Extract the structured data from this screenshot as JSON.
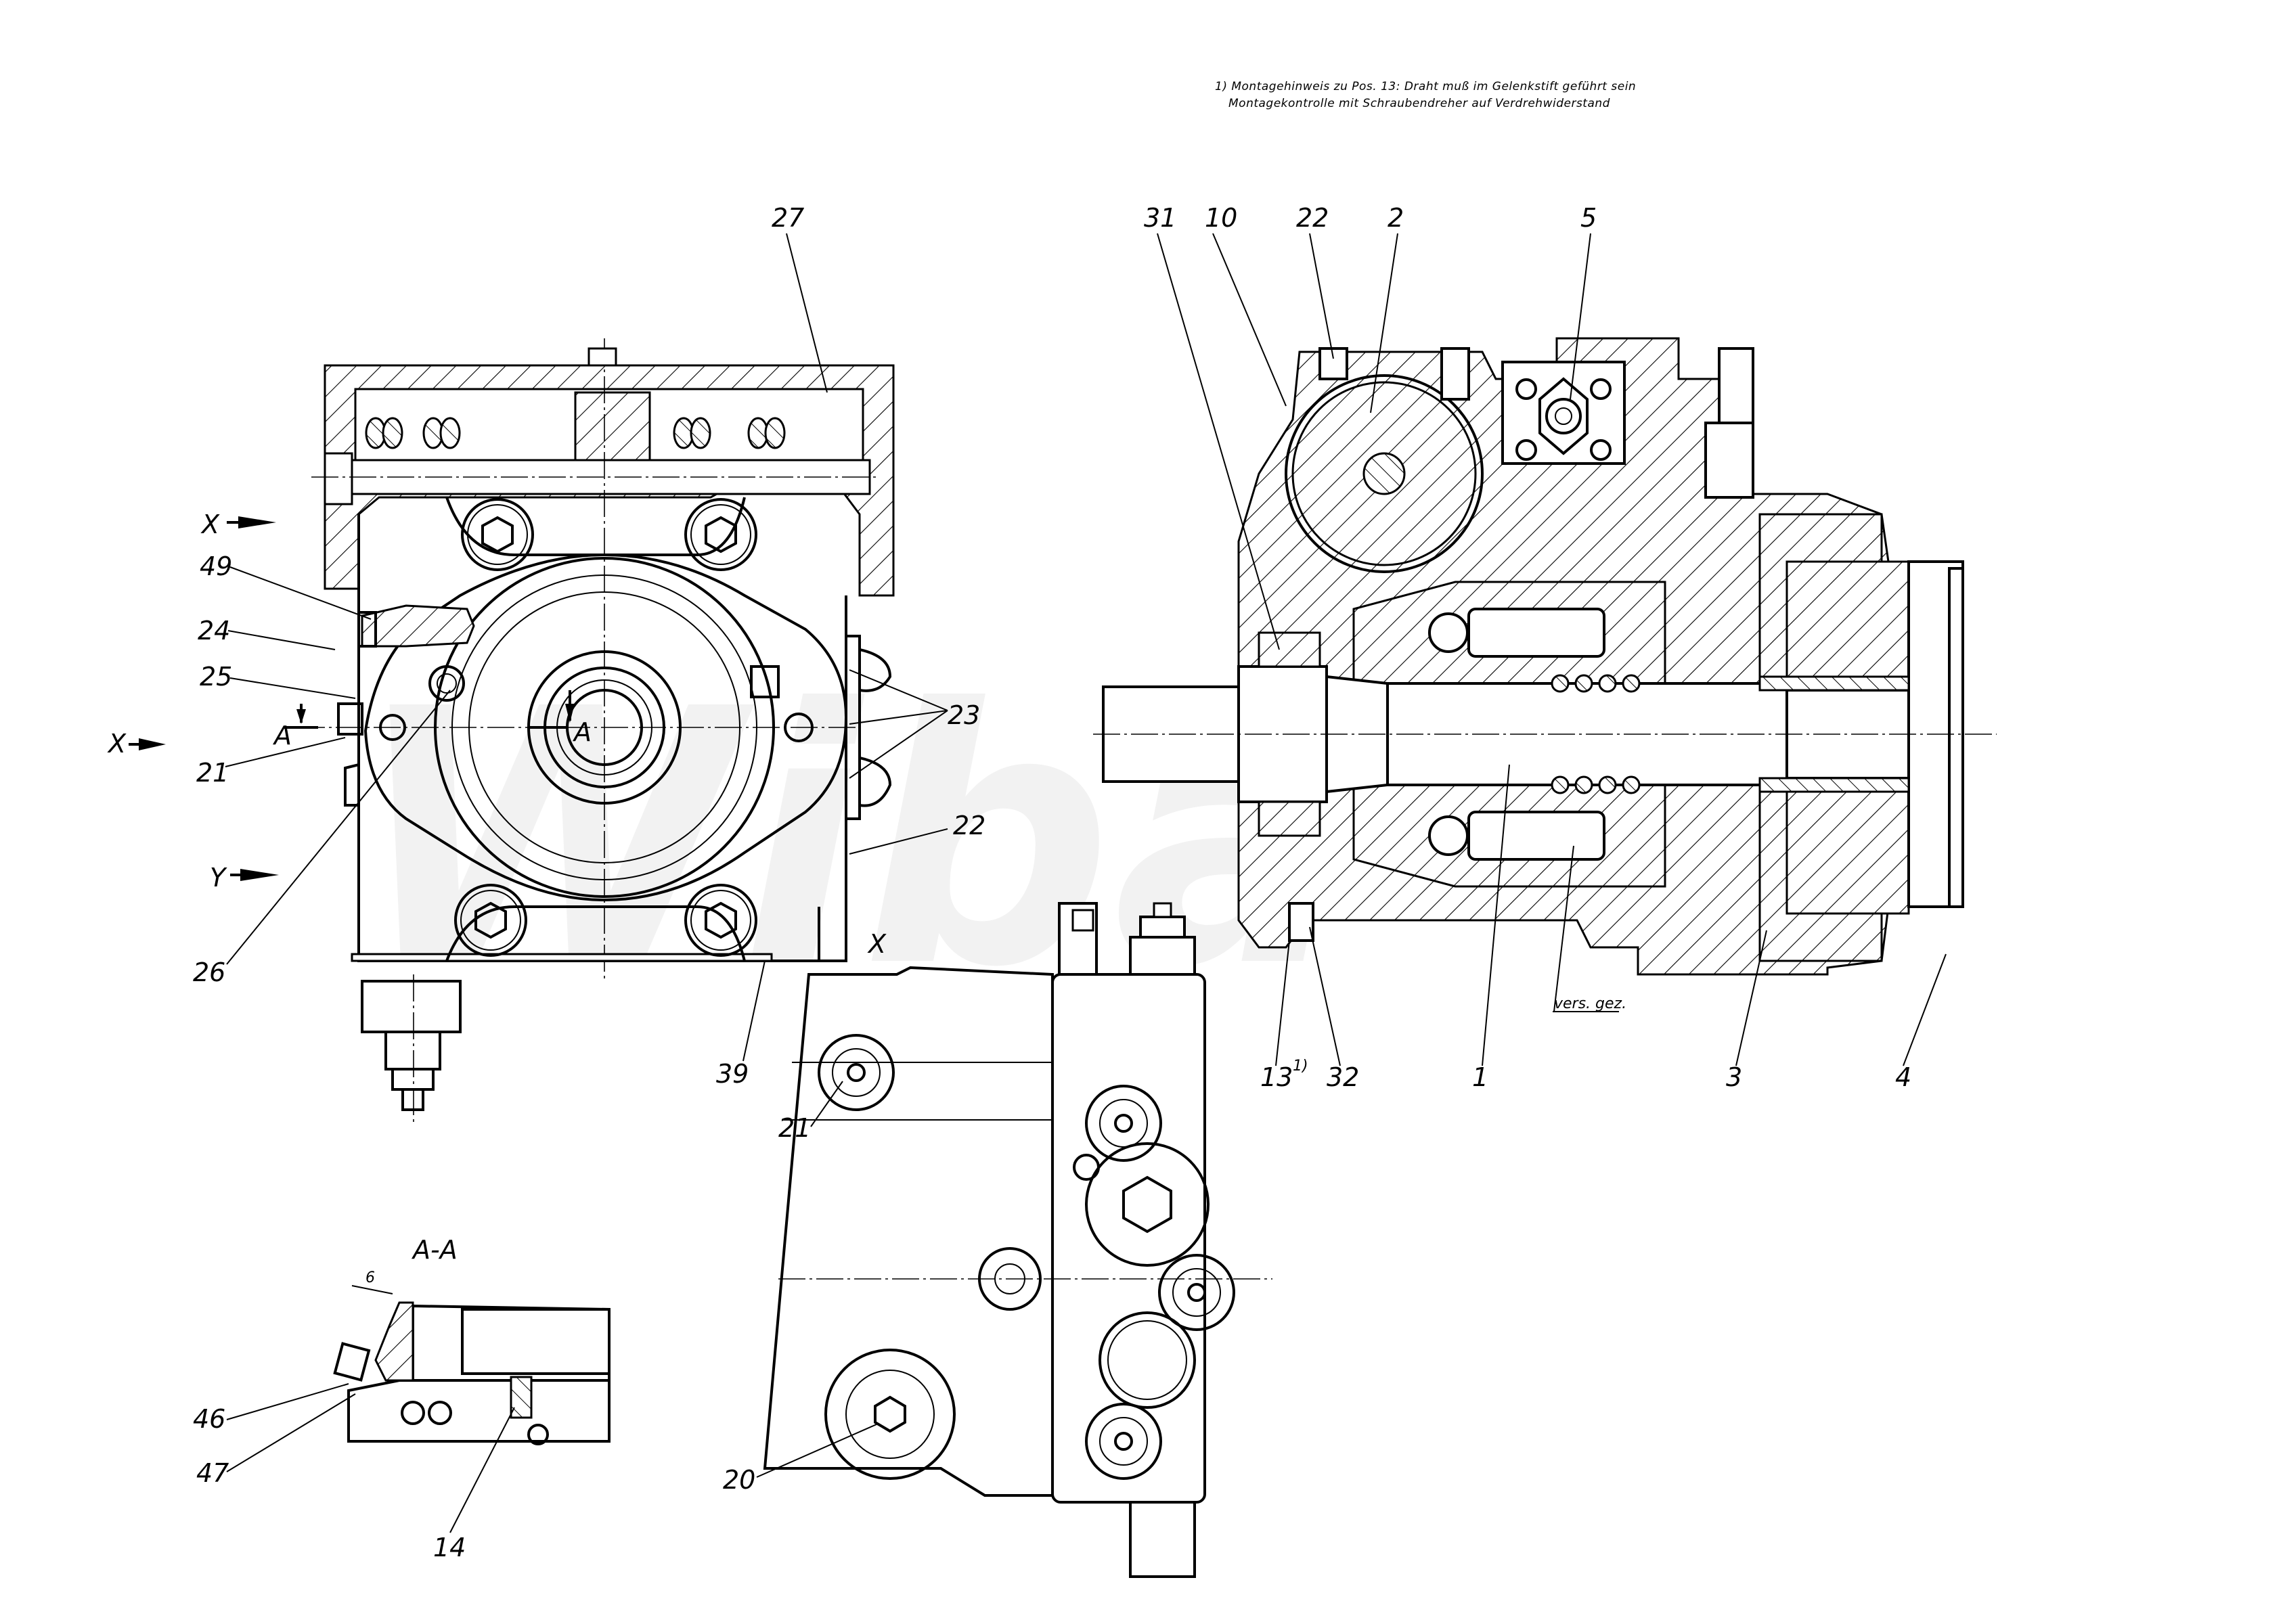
{
  "title_notes": [
    "1) Montagehinweis zu Pos. 13: Draht muß im Gelenkstift geführt sein",
    "Montagekontrolle mit Schraubendreher auf Verdrehwiderstand"
  ],
  "watermark": "Wiba",
  "views": {
    "front_view": {
      "labels": {
        "p27": "27",
        "p49": "49",
        "p24": "24",
        "p25": "25",
        "p21": "21",
        "p26": "26",
        "p23": "23",
        "p22": "22",
        "p39": "39"
      },
      "arrows": {
        "x_top": "X",
        "x_mid": "X",
        "y": "Y",
        "sect_a_left": "A",
        "sect_a_center": "A"
      }
    },
    "section_view": {
      "labels": {
        "p31": "31",
        "p10": "10",
        "p22": "22",
        "p2": "2",
        "p5": "5",
        "p13": "13",
        "p13_sup": "1)",
        "p32": "32",
        "p1": "1",
        "p3": "3",
        "p4": "4"
      },
      "annotation": "vers. gez."
    },
    "section_aa": {
      "title": "A-A",
      "dimension": "6",
      "labels": {
        "p46": "46",
        "p47": "47",
        "p14": "14"
      }
    },
    "view_x": {
      "title": "X",
      "labels": {
        "p21": "21",
        "p20": "20"
      }
    }
  }
}
